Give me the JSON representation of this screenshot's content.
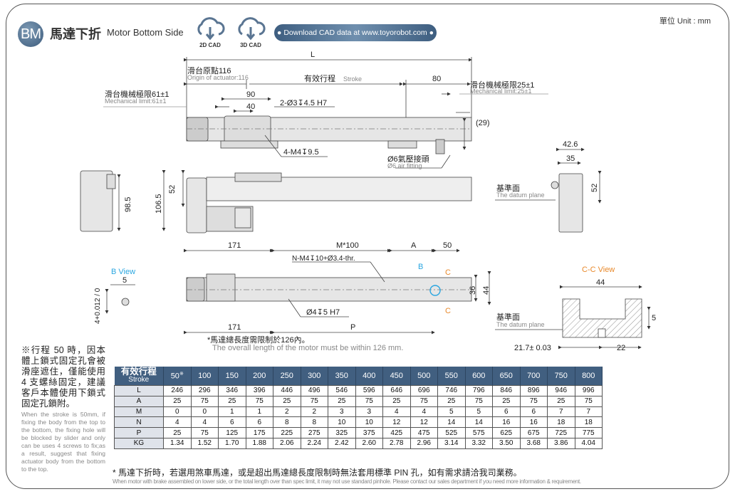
{
  "header": {
    "badge": "BM",
    "title_cn": "馬達下折",
    "title_en": "Motor Bottom Side",
    "cad_buttons": [
      {
        "label": "2D CAD",
        "icon": "cloud-download-icon"
      },
      {
        "label": "3D CAD",
        "icon": "cloud-download-icon"
      }
    ],
    "download_link": "Download CAD data at www.toyorobot.com",
    "unit": "單位 Unit : mm"
  },
  "side_view": {
    "L": "L",
    "origin_cn": "滑台原點116",
    "origin_en": "Origin of actuator:116",
    "stroke_cn": "有效行程",
    "stroke_en": "Stroke",
    "dim_80": "80",
    "mech_limit_left_cn": "滑台機械極限61±1",
    "mech_limit_left_en": "Mechanical limit:61±1",
    "mech_limit_right_cn": "滑台機械極限25±1",
    "mech_limit_right_en": "Mechanical limit:25±1",
    "dim_90": "90",
    "dim_40": "40",
    "hole_note": "2-Ø3↧4.5 H7",
    "screw_note": "4-M4↧9.5",
    "dim_29": "(29)",
    "air_cn": "Ø6氣壓接頭",
    "air_en": "Ø6 air fitting"
  },
  "front_view": {
    "dim_98_5": "98.5",
    "dim_106_5": "106.5",
    "dim_52": "52"
  },
  "end_view": {
    "dim_42_6": "42.6",
    "dim_35": "35",
    "dim_52": "52",
    "datum_cn": "基準面",
    "datum_en": "The datum plane"
  },
  "bottom_view": {
    "dim_171_top": "171",
    "dim_m100": "M*100",
    "dim_A": "A",
    "dim_50": "50",
    "thread_note": "N-M4↧10+Ø3.4-thr.",
    "label_B": "B",
    "label_C": "C",
    "dim_36": "36",
    "dim_44": "44",
    "pin_note": "Ø4↧5 H7",
    "dim_171_bottom": "171",
    "dim_P": "P",
    "motor_note_cn": "*馬達總長度需限制於126內。",
    "motor_note_en": "The overall length of the motor must be within 126 mm."
  },
  "b_view": {
    "title": "B View",
    "dim_5": "5",
    "tol": "4+0.012 / 0"
  },
  "cc_view": {
    "title": "C-C View",
    "dim_44": "44",
    "dim_5": "5",
    "datum_cn": "基準面",
    "datum_en": "The datum plane",
    "dim_21_7": "21.7± 0.03",
    "dim_22": "22"
  },
  "side_note": {
    "cn": "※行程 50 時，因本體上鎖式固定孔會被滑座遮住，僅能使用 4 支螺絲固定，建議客戶本體使用下鎖式固定孔鎖附。",
    "en": "When the stroke is 50mm, if fixing the body from the top to the bottom, the fixing hole will be blocked by slider and only can be uses 4 screws to fix;as a result, suggest that fixing actuator body from the bottom to the top."
  },
  "table": {
    "header_cn": "有效行程",
    "header_en": "Stroke",
    "strokes": [
      "50",
      "100",
      "150",
      "200",
      "250",
      "300",
      "350",
      "400",
      "450",
      "500",
      "550",
      "600",
      "650",
      "700",
      "750",
      "800"
    ],
    "rows": [
      {
        "label": "L",
        "values": [
          "246",
          "296",
          "346",
          "396",
          "446",
          "496",
          "546",
          "596",
          "646",
          "696",
          "746",
          "796",
          "846",
          "896",
          "946",
          "996"
        ]
      },
      {
        "label": "A",
        "values": [
          "25",
          "75",
          "25",
          "75",
          "25",
          "75",
          "25",
          "75",
          "25",
          "75",
          "25",
          "75",
          "25",
          "75",
          "25",
          "75"
        ]
      },
      {
        "label": "M",
        "values": [
          "0",
          "0",
          "1",
          "1",
          "2",
          "2",
          "3",
          "3",
          "4",
          "4",
          "5",
          "5",
          "6",
          "6",
          "7",
          "7"
        ]
      },
      {
        "label": "N",
        "values": [
          "4",
          "4",
          "6",
          "6",
          "8",
          "8",
          "10",
          "10",
          "12",
          "12",
          "14",
          "14",
          "16",
          "16",
          "18",
          "18"
        ]
      },
      {
        "label": "P",
        "values": [
          "25",
          "75",
          "125",
          "175",
          "225",
          "275",
          "325",
          "375",
          "425",
          "475",
          "525",
          "575",
          "625",
          "675",
          "725",
          "775"
        ]
      },
      {
        "label": "KG",
        "values": [
          "1.34",
          "1.52",
          "1.70",
          "1.88",
          "2.06",
          "2.24",
          "2.42",
          "2.60",
          "2.78",
          "2.96",
          "3.14",
          "3.32",
          "3.50",
          "3.68",
          "3.86",
          "4.04"
        ]
      }
    ]
  },
  "footer": {
    "cn": "* 馬達下折時，若選用煞車馬達，或是超出馬達總長度限制時無法套用標準 PIN 孔，如有需求請洽我司業務。",
    "en": "When motor with brake assembled on lower side, or the total length over than spec limit, it may not use standard pinhole. Please contact our sales department if you need more information & requirement."
  },
  "colors": {
    "accent": "#415f80",
    "b_view": "#2aa6e0",
    "c_view": "#e8892b"
  }
}
